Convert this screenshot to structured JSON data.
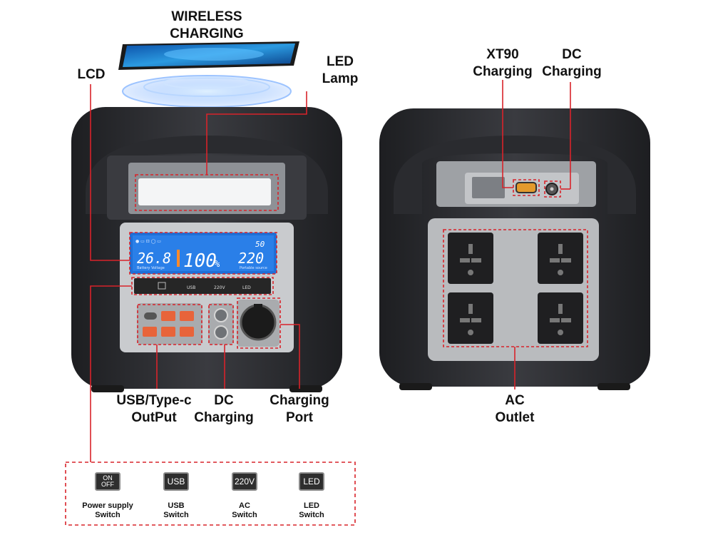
{
  "labels": {
    "wireless_charging": "WIRELESS\nCHARGING",
    "lcd": "LCD",
    "led_lamp": "LED\nLamp",
    "xt90_charging": "XT90\nCharging",
    "dc_charging_rear": "DC\nCharging",
    "usb_typec_output": "USB/Type-c\nOutPut",
    "dc_charging_front": "DC\nCharging",
    "charging_port": "Charging\nPort",
    "ac_outlet": "AC\nOutlet"
  },
  "lcd": {
    "battery_voltage": "26.8",
    "battery_voltage_caption": "Battery Voltage",
    "percent": "100",
    "percent_unit": "%",
    "output_voltage": "220",
    "output_caption": "Portable source",
    "freq": "50"
  },
  "front_switch_row": {
    "usb": "USB",
    "v220": "220V",
    "led": "LED"
  },
  "switches": [
    {
      "button": "ON\nOFF",
      "caption": "Power supply\nSwitch"
    },
    {
      "button": "USB",
      "caption": "USB\nSwitch"
    },
    {
      "button": "220V",
      "caption": "AC\nSwitch"
    },
    {
      "button": "LED",
      "caption": "LED\nSwitch"
    }
  ],
  "colors": {
    "callout_red": "#d8232a",
    "body_dark": "#2b2c30",
    "panel_grey": "#c9cbce",
    "lcd_blue": "#1f6fd6",
    "usb_orange": "#e8643a"
  }
}
